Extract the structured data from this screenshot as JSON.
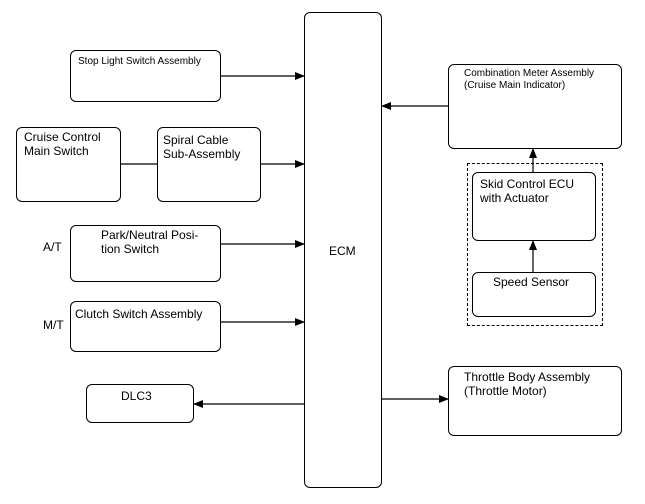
{
  "blocks": {
    "stop_light": "Stop Light Switch Assembly",
    "cruise_main": "Cruise Control\nMain Switch",
    "spiral_cable": "Spiral Cable\nSub-Assembly",
    "park_neutral": "Park/Neutral Posi-\ntion Switch",
    "clutch": "Clutch Switch Assembly",
    "dlc3": "DLC3",
    "ecm": "ECM",
    "combination_meter": "Combination Meter Assembly\n(Cruise Main Indicator)",
    "skid_control": "Skid Control ECU\nwith Actuator",
    "speed_sensor": "Speed Sensor",
    "throttle_body": "Throttle Body Assembly\n(Throttle Motor)"
  },
  "side_labels": {
    "at": "A/T",
    "mt": "M/T"
  }
}
